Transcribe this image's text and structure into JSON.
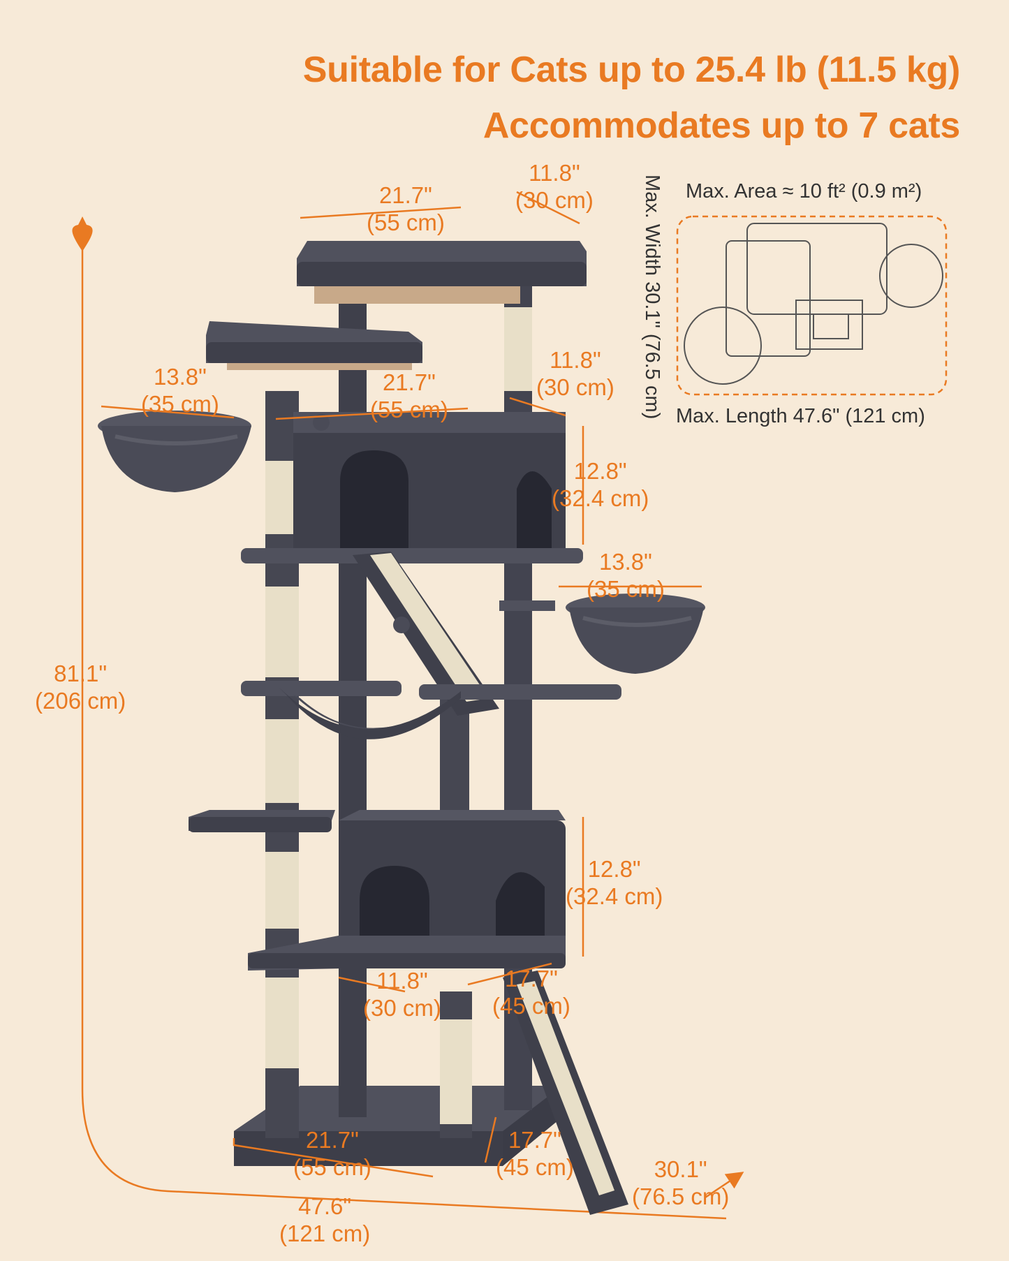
{
  "headline": {
    "line1": "Suitable for Cats up to 25.4 lb (11.5 kg)",
    "line2": "Accommodates up to 7 cats"
  },
  "footprint": {
    "area_label": "Max. Area ≈ 10 ft² (0.9 m²)",
    "width_label": "Max. Width 30.1\" (76.5 cm)",
    "length_label": "Max. Length 47.6\" (121 cm)"
  },
  "dimensions": {
    "top_width": {
      "in": "21.7\"",
      "cm": "(55 cm)"
    },
    "top_depth": {
      "in": "11.8\"",
      "cm": "(30 cm)"
    },
    "left_basket": {
      "in": "13.8\"",
      "cm": "(35 cm)"
    },
    "upper_condo_width": {
      "in": "21.7\"",
      "cm": "(55 cm)"
    },
    "upper_condo_depth": {
      "in": "11.8\"",
      "cm": "(30 cm)"
    },
    "upper_condo_height": {
      "in": "12.8\"",
      "cm": "(32.4 cm)"
    },
    "right_basket": {
      "in": "13.8\"",
      "cm": "(35 cm)"
    },
    "lower_condo_height": {
      "in": "12.8\"",
      "cm": "(32.4 cm)"
    },
    "lower_condo_width": {
      "in": "11.8\"",
      "cm": "(30 cm)"
    },
    "lower_condo_depth": {
      "in": "17.7\"",
      "cm": "(45 cm)"
    },
    "total_height": {
      "in": "81.1\"",
      "cm": "(206 cm)"
    },
    "base_width": {
      "in": "21.7\"",
      "cm": "(55 cm)"
    },
    "base_depth": {
      "in": "17.7\"",
      "cm": "(45 cm)"
    },
    "total_length": {
      "in": "47.6\"",
      "cm": "(121 cm)"
    },
    "total_width": {
      "in": "30.1\"",
      "cm": "(76.5 cm)"
    }
  },
  "colors": {
    "background": "#f7ead8",
    "accent": "#e97a22",
    "plush": "#4a4b57",
    "sisal": "#e8dfc8"
  }
}
